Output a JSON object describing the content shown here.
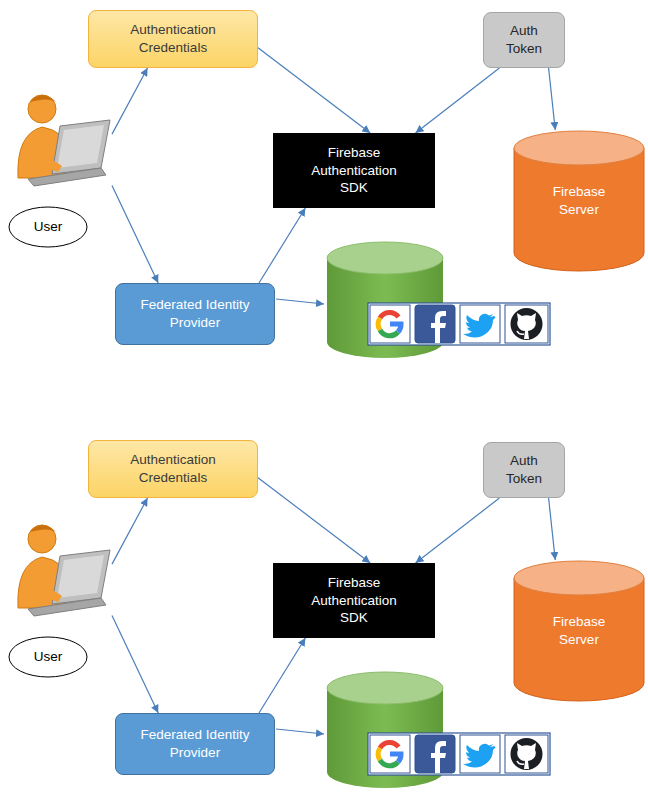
{
  "diagram": {
    "nodes": [
      {
        "text": [
          "Authentication Credentials"
        ]
      },
      {
        "text": [
          "Auth Token"
        ]
      },
      {
        "text": [
          "User"
        ]
      },
      {
        "text": [
          "Firebase Authentication SDK"
        ]
      },
      {
        "text": [
          "Firebase Server"
        ]
      },
      {
        "text": [
          "Federated Identity Provider"
        ]
      },
      {
        "text": [
          "Authentication Credentials"
        ]
      },
      {
        "text": [
          "Auth Token"
        ]
      },
      {
        "text": [
          "User"
        ]
      },
      {
        "text": [
          "Firebase Authentication SDK"
        ]
      },
      {
        "text": [
          "Firebase Server"
        ]
      },
      {
        "text": [
          "Federated Identity Provider"
        ]
      }
    ],
    "edges": [
      {
        "from": 2,
        "to": 0,
        "arrow": "to"
      },
      {
        "from": 0,
        "to": 3,
        "arrow": "to"
      },
      {
        "from": 1,
        "to": 3,
        "arrow": "to"
      },
      {
        "from": 1,
        "to": 4,
        "arrow": "to"
      },
      {
        "from": 2,
        "to": 5,
        "arrow": "to"
      },
      {
        "from": 5,
        "to": 3,
        "arrow": "to"
      },
      {
        "from": 8,
        "to": 6,
        "arrow": "to"
      },
      {
        "from": 6,
        "to": 9,
        "arrow": "to"
      },
      {
        "from": 7,
        "to": 9,
        "arrow": "to"
      },
      {
        "from": 7,
        "to": 10,
        "arrow": "to"
      },
      {
        "from": 8,
        "to": 11,
        "arrow": "to"
      },
      {
        "from": 11,
        "to": 9,
        "arrow": "to"
      }
    ]
  }
}
